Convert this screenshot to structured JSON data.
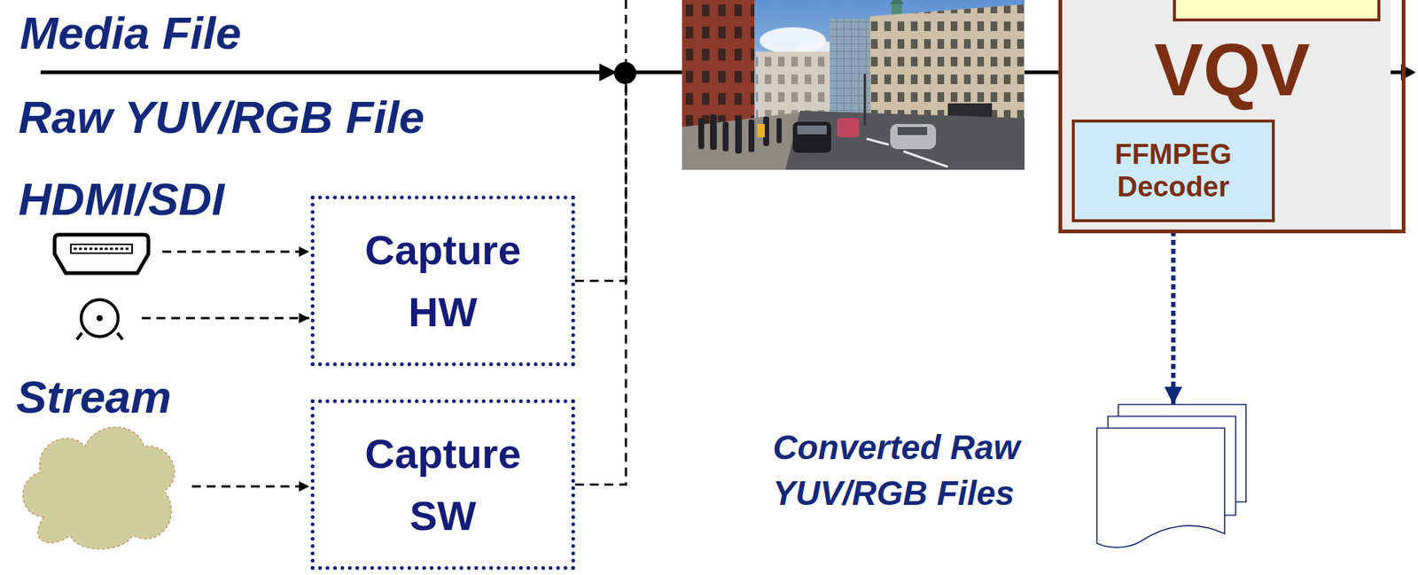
{
  "diagram": {
    "nodes": [
      {
        "text": [
          "Capture HW"
        ]
      },
      {
        "text": [
          "Capture SW"
        ]
      },
      {
        "text": [
          "VQV"
        ]
      },
      {
        "text": [
          "FFMPEG Decoder"
        ],
        "in": 2
      },
      {
        "text": [
          "Converted Raw YUV/RGB Files"
        ]
      }
    ],
    "edges": [
      {
        "from": 0,
        "to": 2,
        "arrow": "none"
      },
      {
        "from": 1,
        "to": 2,
        "arrow": "none"
      },
      {
        "from": 3,
        "to": 4,
        "arrow": "to"
      }
    ],
    "labels": [
      "Media File",
      "Raw YUV/RGB File",
      "HDMI/SDI",
      "Stream"
    ]
  }
}
